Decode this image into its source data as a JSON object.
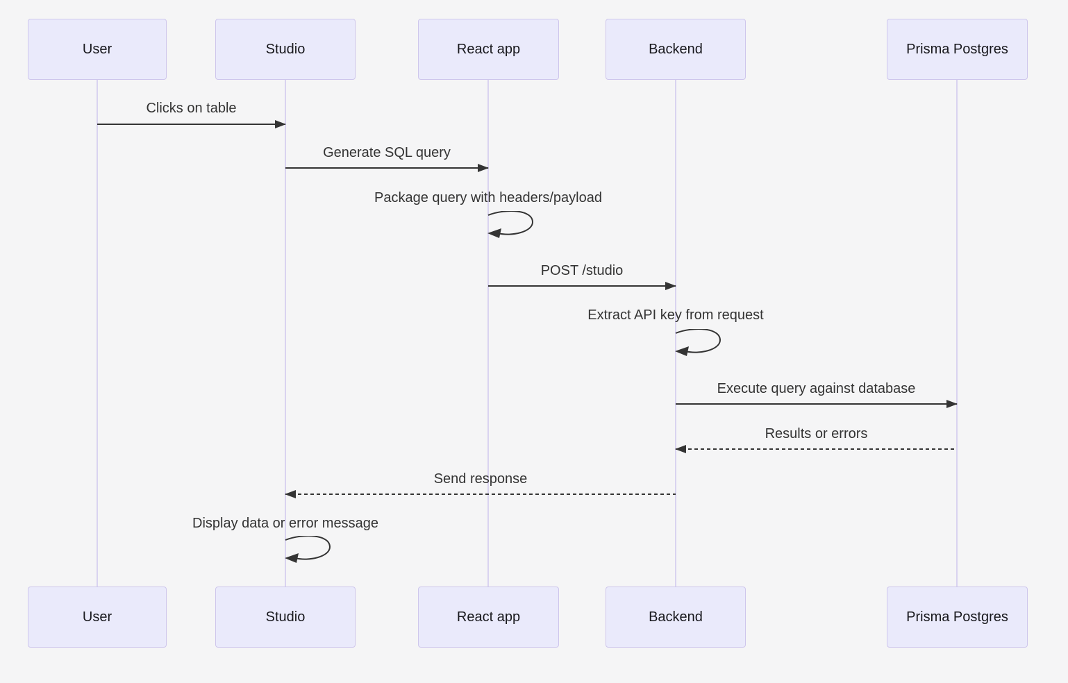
{
  "diagram": {
    "kind": "sequence-diagram",
    "theme": {
      "background": "#f5f5f6",
      "actor_fill": "#eaeafb",
      "actor_border": "#cec6ec",
      "lifeline_color": "#d9d3f0",
      "arrow_color": "#343434",
      "message_text_color": "#333333",
      "actor_text_color": "#18181d"
    }
  },
  "actors": [
    {
      "id": "user",
      "label": "User"
    },
    {
      "id": "studio",
      "label": "Studio"
    },
    {
      "id": "react-app",
      "label": "React app"
    },
    {
      "id": "backend",
      "label": "Backend"
    },
    {
      "id": "prisma-postgres",
      "label": "Prisma Postgres"
    }
  ],
  "messages": [
    {
      "from": "User",
      "to": "Studio",
      "label": "Clicks on table",
      "style": "solid",
      "direction": "right"
    },
    {
      "from": "Studio",
      "to": "React app",
      "label": "Generate SQL query",
      "style": "solid",
      "direction": "right"
    },
    {
      "from": "React app",
      "to": "React app",
      "label": "Package query with headers/payload",
      "style": "self"
    },
    {
      "from": "React app",
      "to": "Backend",
      "label": "POST /studio",
      "style": "solid",
      "direction": "right"
    },
    {
      "from": "Backend",
      "to": "Backend",
      "label": "Extract API key from request",
      "style": "self"
    },
    {
      "from": "Backend",
      "to": "Prisma Postgres",
      "label": "Execute query against database",
      "style": "solid",
      "direction": "right"
    },
    {
      "from": "Prisma Postgres",
      "to": "Backend",
      "label": "Results or errors",
      "style": "dashed",
      "direction": "left"
    },
    {
      "from": "Backend",
      "to": "Studio",
      "label": "Send response",
      "style": "dashed",
      "direction": "left"
    },
    {
      "from": "Studio",
      "to": "Studio",
      "label": "Display data or error message",
      "style": "self"
    }
  ]
}
